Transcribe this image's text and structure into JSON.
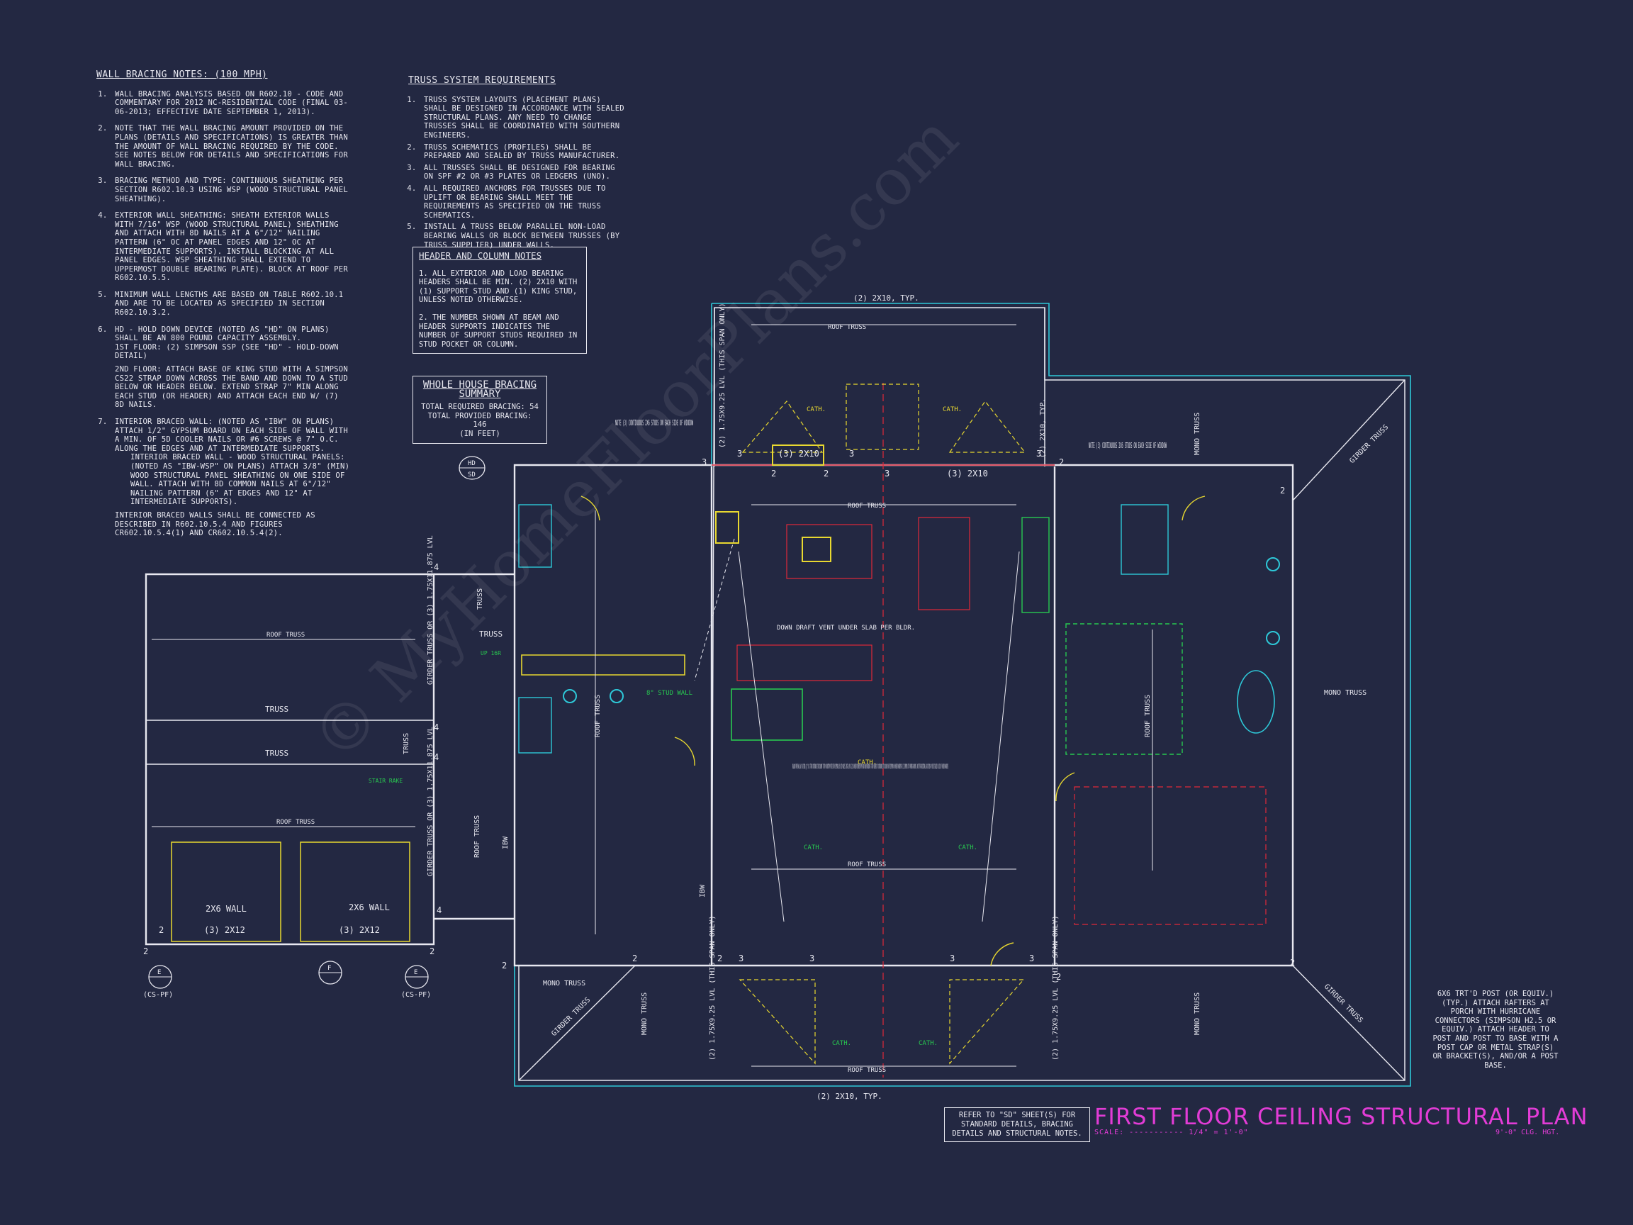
{
  "wall_bracing": {
    "title": "WALL BRACING NOTES: (100 MPH)",
    "items": [
      "WALL BRACING ANALYSIS BASED ON R602.10 - CODE AND COMMENTARY FOR 2012 NC-RESIDENTIAL CODE (FINAL 03-06-2013; EFFECTIVE DATE SEPTEMBER 1, 2013).",
      "NOTE THAT THE WALL BRACING AMOUNT PROVIDED ON THE PLANS (DETAILS AND SPECIFICATIONS) IS GREATER THAN THE AMOUNT OF WALL BRACING REQUIRED BY THE CODE. SEE NOTES BELOW FOR DETAILS AND SPECIFICATIONS FOR WALL BRACING.",
      "BRACING METHOD AND TYPE: CONTINUOUS SHEATHING PER SECTION R602.10.3 USING WSP (WOOD STRUCTURAL PANEL SHEATHING).",
      "EXTERIOR WALL SHEATHING: SHEATH EXTERIOR WALLS WITH 7/16\" WSP (WOOD STRUCTURAL PANEL) SHEATHING AND ATTACH WITH 8d NAILS AT A 6\"/12\" NAILING PATTERN (6\" OC AT PANEL EDGES AND 12\" OC AT INTERMEDIATE SUPPORTS). INSTALL BLOCKING AT ALL PANEL EDGES. WSP SHEATHING SHALL EXTEND TO UPPERMOST DOUBLE BEARING PLATE). BLOCK AT ROOF PER R602.10.5.5.",
      "MINIMUM WALL LENGTHS ARE BASED ON TABLE R602.10.1 AND ARE TO BE LOCATED AS SPECIFIED IN SECTION R602.10.3.2.",
      "HD - HOLD DOWN DEVICE (NOTED AS \"HD\" ON PLANS) SHALL BE AN 800 POUND CAPACITY ASSEMBLY.",
      "INTERIOR BRACED WALL: (NOTED AS \"IBW\" ON PLANS) ATTACH 1/2\" GYPSUM BOARD ON EACH SIDE OF WALL WITH A MIN. OF 5d COOLER NAILS OR #6 SCREWS @ 7\" O.C. ALONG THE EDGES AND AT INTERMEDIATE SUPPORTS."
    ],
    "bullets": [
      "1ST FLOOR: (2) SIMPSON SSP (SEE \"HD\" - HOLD-DOWN DETAIL)",
      "2ND FLOOR: ATTACH BASE OF KING STUD WITH A SIMPSON CS22 STRAP DOWN ACROSS THE BAND AND DOWN TO A STUD BELOW OR HEADER BELOW. EXTEND STRAP 7\" MIN ALONG EACH STUD (OR HEADER) AND ATTACH EACH END W/ (7) 8d NAILS."
    ],
    "sub_7j": "INTERIOR BRACED WALL - WOOD STRUCTURAL PANELS: (NOTED AS \"IBW-WSP\" ON PLANS) ATTACH 3/8\" (MIN) WOOD STRUCTURAL PANEL SHEATHING ON ONE SIDE OF WALL. ATTACH WITH 8d COMMON NAILS AT 6\"/12\" NAILING PATTERN (6\" AT EDGES AND 12\" AT INTERMEDIATE SUPPORTS).",
    "last": "INTERIOR BRACED WALLS SHALL BE CONNECTED AS DESCRIBED IN R602.10.5.4 AND FIGURES CR602.10.5.4(1) AND CR602.10.5.4(2)."
  },
  "truss_system": {
    "title": "TRUSS SYSTEM REQUIREMENTS",
    "items": [
      "TRUSS SYSTEM LAYOUTS (PLACEMENT PLANS) SHALL BE DESIGNED IN ACCORDANCE WITH SEALED STRUCTURAL PLANS. ANY NEED TO CHANGE TRUSSES SHALL BE COORDINATED WITH SOUTHERN ENGINEERS.",
      "TRUSS SCHEMATICS (PROFILES) SHALL BE PREPARED AND SEALED BY TRUSS MANUFACTURER.",
      "ALL TRUSSES SHALL BE DESIGNED FOR BEARING ON SPF #2 OR #3 PLATES OR LEDGERS (UNO).",
      "ALL REQUIRED ANCHORS FOR TRUSSES DUE TO UPLIFT OR BEARING SHALL MEET THE REQUIREMENTS AS SPECIFIED ON THE TRUSS SCHEMATICS.",
      "INSTALL A TRUSS BELOW PARALLEL NON-LOAD BEARING WALLS OR BLOCK BETWEEN TRUSSES (BY TRUSS SUPPLIER) UNDER WALLS."
    ]
  },
  "header_notes": {
    "title": "HEADER AND COLUMN NOTES",
    "items": [
      "1. ALL EXTERIOR AND LOAD BEARING HEADERS SHALL BE MIN. (2) 2x10 WITH (1) SUPPORT STUD AND (1) KING STUD, UNLESS NOTED OTHERWISE.",
      "2. THE NUMBER SHOWN AT BEAM AND HEADER SUPPORTS INDICATES THE NUMBER OF SUPPORT STUDS REQUIRED IN STUD POCKET OR COLUMN."
    ]
  },
  "bracing_summary": {
    "title": "WHOLE HOUSE BRACING SUMMARY",
    "required": "TOTAL REQUIRED BRACING: 54",
    "provided": "TOTAL PROVIDED BRACING: 146",
    "unit": "(IN FEET)"
  },
  "plan_labels": {
    "top_header": "(2) 2x10, TYP.",
    "bottom_header": "(2) 2x10, TYP.",
    "roof_truss": "ROOF TRUSS",
    "truss": "TRUSS",
    "mono_truss": "MONO TRUSS",
    "girder_truss": "GIRDER TRUSS",
    "cath": "CATH.",
    "hdr_3_2x10": "(3) 2x10",
    "hdr_3_2x12": "(3) 2x12",
    "wall_2x6": "2x6 WALL",
    "note3_left": "NOTE (3) CONTINUOUS 2x6 STUDS ON EACH SIDE OF WINDOW",
    "note3_right": "NOTE (3) CONTINUOUS 2x6 STUDS ON EACH SIDE OF WINDOW",
    "lvl_span": "(2) 1.75x9.25 LVL (THIS SPAN ONLY)",
    "girder_lvl": "GIRDER TRUSS OR (3) 1.75x11.875 LVL",
    "downdraft": "DOWN DRAFT VENT UNDER SLAB PER BLDR.",
    "stud_wall": "8\" STUD WALL",
    "stair_rake": "STAIR RAKE",
    "up": "UP 16R",
    "balloon": "BALLOON FRAME WALL w/ 2x6 STUDS @ 12\" OC. ATTACH CONTINUOUS STUD COLUMNS TO TOP AND BOTTOM PLATES WITH SIMPSON LS50 CLIP ANGLES. INSTALL MIN. (2)2x6 HEADER BETWEEN UPPER AND LOWER WINDOWS. ATTACH HEADERS TO CONTINUOUS STUD COLUMNS WITH SIMPSON HH6 HEADER HANGERS OR (2) SIMPSON LTP4 FRAMING ANCHORS. (NOTE THAT ADDITIONAL JACK STUDS MAY BE INSTALLED IN LIEU OF HEADER HANGERS)",
    "hd": "HD",
    "sd": "SD",
    "tag_e": "E",
    "tag_f": "F",
    "cs_pf": "(CS-PF)",
    "ibw": "IBW",
    "n2": "2",
    "n3": "3",
    "n4": "4"
  },
  "ref_box": "REFER TO \"SD\" SHEET(S) FOR STANDARD DETAILS, BRACING DETAILS AND STRUCTURAL NOTES.",
  "post_note": "6x6 TRT'D POST (OR EQUIV.) (TYP.) ATTACH RAFTERS AT PORCH WITH HURRICANE CONNECTORS (SIMPSON H2.5 OR EQUIV.) ATTACH HEADER TO POST AND POST TO BASE WITH A POST CAP OR METAL STRAP(S) OR BRACKET(S), AND/OR A POST BASE.",
  "title": "FIRST FLOOR CEILING STRUCTURAL PLAN",
  "scale": "SCALE: ----------- 1/4\" = 1'-0\"",
  "ceiling_height": "9'-0\" CLG. HGT.",
  "colors": {
    "bg": "#232842",
    "line": "#e8e8f0",
    "red": "#e0283a",
    "yellow": "#e8d830",
    "cyan": "#2ec8d8",
    "green": "#28c850",
    "magenta": "#e23cd6"
  }
}
